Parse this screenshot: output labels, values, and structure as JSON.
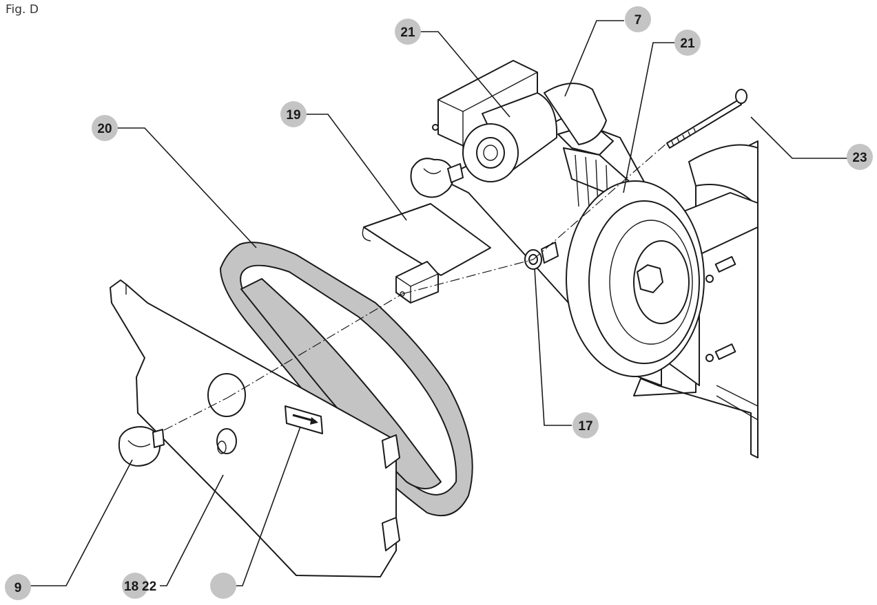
{
  "figure": {
    "label": "Fig. D"
  },
  "callouts": {
    "c21_left": "21",
    "c7": "7",
    "c21_right": "21",
    "c19": "19",
    "c20": "20",
    "c23": "23",
    "c17": "17",
    "c9": "9",
    "c18": "18",
    "c22": "22",
    "c_blank": ""
  },
  "colors": {
    "callout_fill": "#c4c4c4",
    "belt_fill": "#c4c4c4",
    "line": "#1a1a1a"
  }
}
